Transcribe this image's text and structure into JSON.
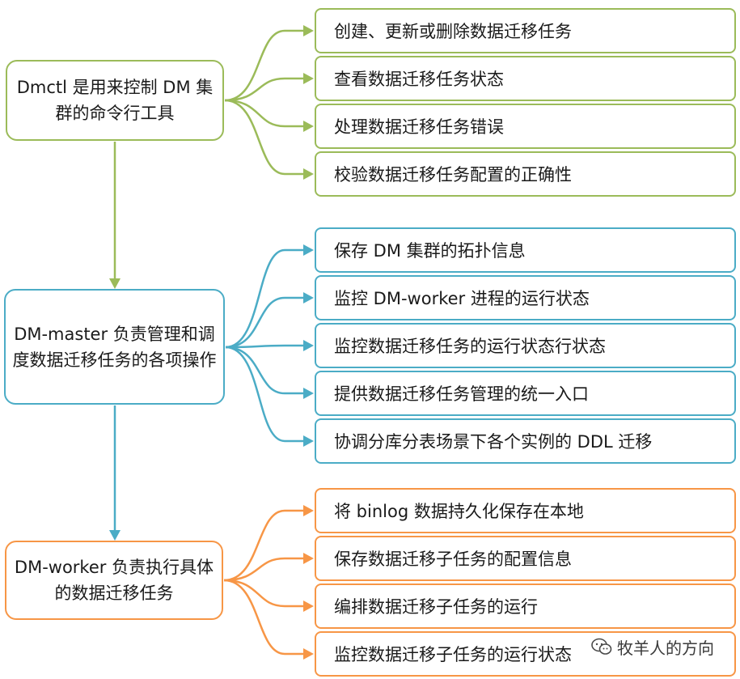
{
  "colors": {
    "green": "#9bbb59",
    "blue": "#4bacc6",
    "orange": "#f79646"
  },
  "groups": [
    {
      "title": "Dmctl 是用来控制 DM 集群的命令行工具",
      "color": "green",
      "items": [
        "创建、更新或删除数据迁移任务",
        "查看数据迁移任务状态",
        "处理数据迁移任务错误",
        "校验数据迁移任务配置的正确性"
      ]
    },
    {
      "title": "DM-master 负责管理和调度数据迁移任务的各项操作",
      "color": "blue",
      "items": [
        "保存 DM 集群的拓扑信息",
        "监控 DM-worker 进程的运行状态",
        "监控数据迁移任务的运行状态行状态",
        "提供数据迁移任务管理的统一入口",
        "协调分库分表场景下各个实例的 DDL 迁移"
      ]
    },
    {
      "title": "DM-worker 负责执行具体的数据迁移任务",
      "color": "orange",
      "items": [
        "将 binlog 数据持久化保存在本地",
        "保存数据迁移子任务的配置信息",
        "编排数据迁移子任务的运行",
        "监控数据迁移子任务的运行状态"
      ]
    }
  ],
  "watermark": {
    "icon": "wechat-icon",
    "text": "牧羊人的方向"
  }
}
